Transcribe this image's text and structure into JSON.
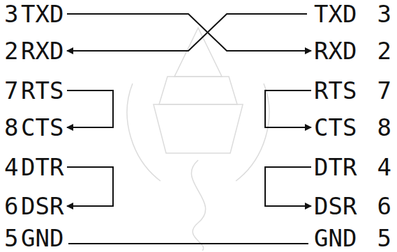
{
  "diagram": {
    "labels": [
      "3",
      "TXD",
      "TXD",
      "3",
      "2",
      "RXD",
      "RXD",
      "2",
      "7",
      "RTS",
      "RTS",
      "7",
      "8",
      "CTS",
      "CTS",
      "8",
      "4",
      "DTR",
      "DTR",
      "4",
      "6",
      "DSR",
      "DSR",
      "6",
      "5",
      "GND",
      "GND",
      "5"
    ]
  }
}
